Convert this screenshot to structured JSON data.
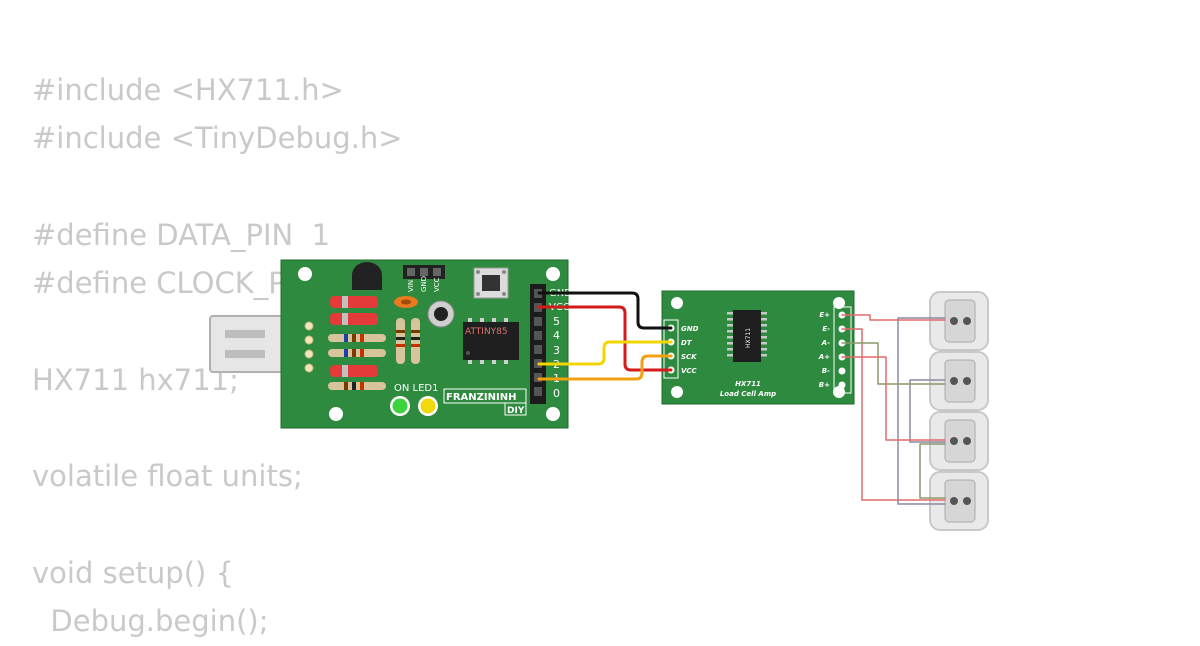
{
  "code_lines": [
    "#include <HX711.h>",
    "#include <TinyDebug.h>",
    "",
    "#define DATA_PIN  1",
    "#define CLOCK_PIN 2",
    "",
    "HX711 hx711;",
    "",
    "volatile float units;",
    "",
    "void setup() {",
    "  Debug.begin();"
  ],
  "board": {
    "chip_label": "ATTINY85",
    "brand_label": "FRANZININH",
    "brand_sub": "DIY",
    "led_label": "ON LED1",
    "header_top_labels": [
      "VIN",
      "GND",
      "VCC"
    ],
    "header_pin_labels": [
      "GND",
      "VCC",
      "5",
      "4",
      "3",
      "2",
      "1",
      "0"
    ]
  },
  "hx711": {
    "chip_label": "HX711",
    "title": "HX711",
    "subtitle": "Load Cell Amp",
    "left_pins": [
      "GND",
      "DT",
      "SCK",
      "VCC"
    ],
    "right_pins": [
      "E+",
      "E-",
      "A-",
      "A+",
      "B-",
      "B+"
    ]
  },
  "wire_colors": {
    "gnd": "#111111",
    "vcc": "#d41a1a",
    "data": "#f2d600",
    "clock": "#f0a010",
    "load_red": "#e26a6a",
    "load_gray": "#8a8aa0",
    "load_olive": "#8a9a6a"
  }
}
